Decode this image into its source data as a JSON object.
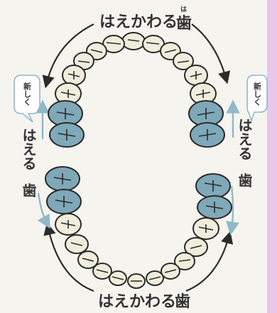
{
  "labels": {
    "top_replace": "はえかわる",
    "bottom_replace": "はえかわる",
    "tooth_kanji": "歯",
    "tooth_reading": "は",
    "new_tooth_left": "はえる",
    "new_tooth_right": "はえる",
    "bubble_left": "新しく",
    "bubble_right": "新しく"
  },
  "colors": {
    "baby_tooth": "#f0eddc",
    "permanent_tooth": "#7fa8b8",
    "outline": "#2b2b2b",
    "arrow_dark": "#2b2b2b",
    "arrow_light": "#8fb9c9",
    "accent_strip": "#e9c6ea",
    "background": "#f6f4ee"
  }
}
